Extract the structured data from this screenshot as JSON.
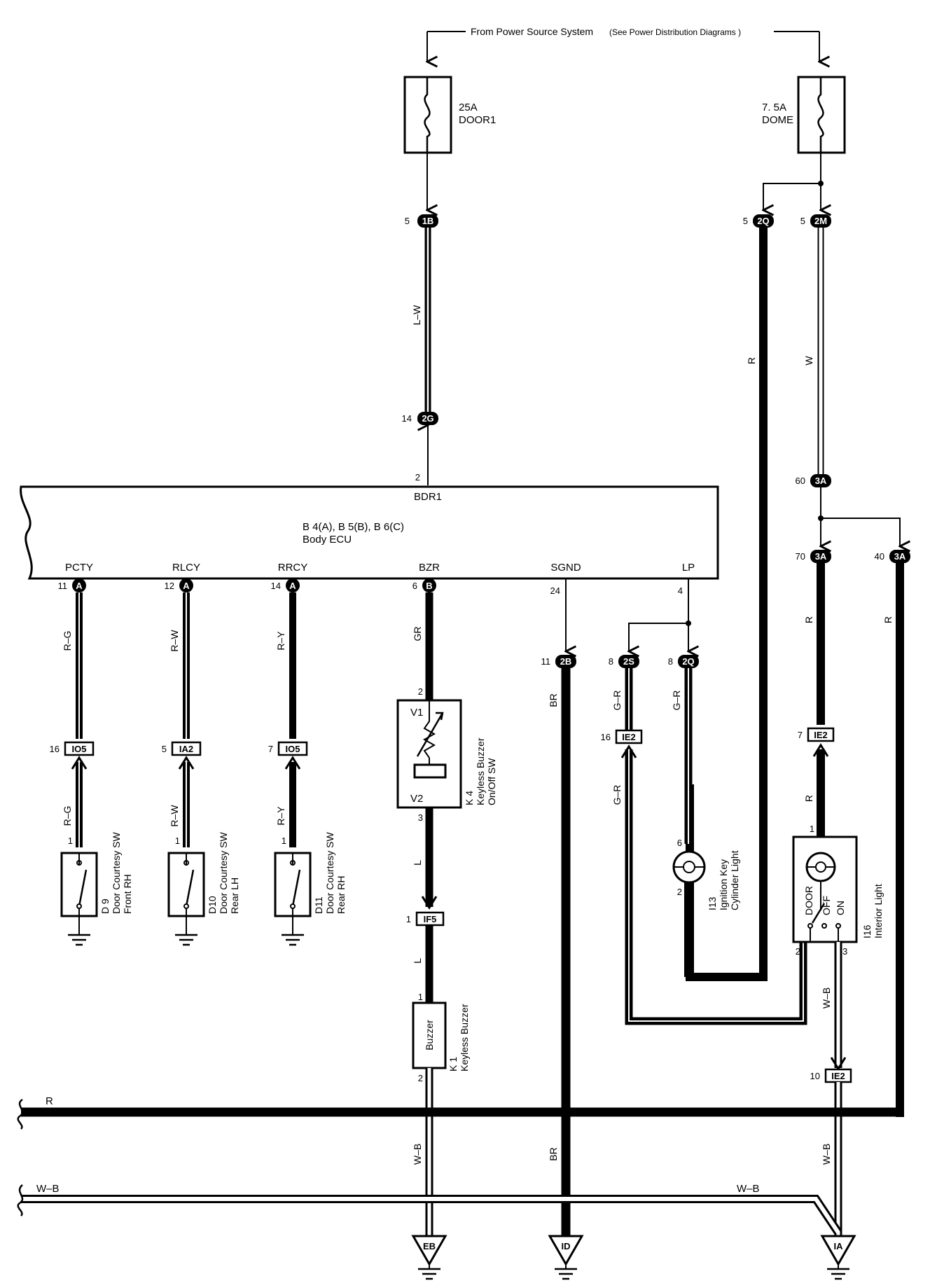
{
  "header": {
    "power_source": "From Power Source System",
    "power_note": "(See Power Distribution Diagrams )"
  },
  "fuses": [
    {
      "rating": "25A",
      "name": "DOOR1"
    },
    {
      "rating": "7. 5A",
      "name": "DOME"
    }
  ],
  "ecu": {
    "name": "Body ECU",
    "connectors": "B 4(A), B 5(B), B 6(C)",
    "terminals": {
      "bdr1": "BDR1",
      "pcty": "PCTY",
      "rlcy": "RLCY",
      "rrcy": "RRCY",
      "bzr": "BZR",
      "sgnd": "SGND",
      "lp": "LP"
    }
  },
  "connectors": {
    "c1B": "1B",
    "c2G": "2G",
    "c2Q": "2Q",
    "c2M": "2M",
    "c3A": "3A",
    "cA": "A",
    "cB": "B",
    "c2B": "2B",
    "c2S": "2S",
    "cIO5": "IO5",
    "cIA2": "IA2",
    "cIE2": "IE2",
    "cIF5": "IF5"
  },
  "pins": {
    "p1": "1",
    "p2": "2",
    "p3": "3",
    "p4": "4",
    "p5": "5",
    "p6": "6",
    "p7": "7",
    "p8": "8",
    "p10": "10",
    "p11": "11",
    "p12": "12",
    "p14": "14",
    "p16": "16",
    "p24": "24",
    "p40": "40",
    "p60": "60",
    "p70": "70"
  },
  "wires": {
    "LW": "L–W",
    "R": "R",
    "W": "W",
    "RG": "R–G",
    "RW": "R–W",
    "RY": "R–Y",
    "GR": "GR",
    "GR2": "G–R",
    "BR": "BR",
    "L": "L",
    "WB": "W–B"
  },
  "components": {
    "d9": {
      "id": "D 9",
      "name": "Door Courtesy SW",
      "sub": "Front RH"
    },
    "d10": {
      "id": "D10",
      "name": "Door Courtesy SW",
      "sub": "Rear LH"
    },
    "d11": {
      "id": "D11",
      "name": "Door Courtesy SW",
      "sub": "Rear RH"
    },
    "k4": {
      "id": "K 4",
      "name": "Keyless Buzzer",
      "sub": "On/Off SW",
      "v1": "V1",
      "v2": "V2"
    },
    "k1": {
      "id": "K 1",
      "name": "Keyless Buzzer",
      "inner": "Buzzer"
    },
    "i13": {
      "id": "I13",
      "name": "Ignition Key",
      "sub": "Cylinder Light"
    },
    "i16": {
      "id": "I16",
      "name": "Interior Light",
      "door": "DOOR",
      "off": "OFF",
      "on": "ON"
    }
  },
  "grounds": {
    "eb": "EB",
    "id": "ID",
    "ia": "IA"
  }
}
